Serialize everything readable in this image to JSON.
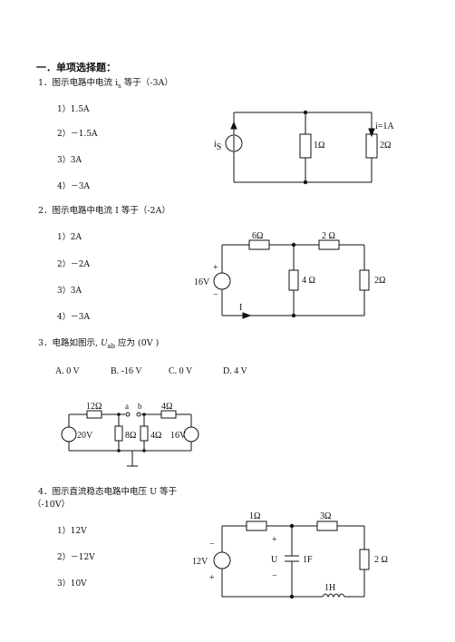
{
  "section_title": "一．单项选择题：",
  "questions": [
    {
      "stem": "1．图示电路中电流 i",
      "stem_sub": "s",
      "stem_tail": " 等于（-3A）",
      "options": [
        "1）1.5A",
        "2）－1.5A",
        "3）3A",
        "4）－3A"
      ],
      "labels": {
        "source": "i",
        "source_sub": "S",
        "r1": "1Ω",
        "r2": "2Ω",
        "current": "i=1A"
      }
    },
    {
      "stem": "2．图示电路中电流 I 等于（-2A）",
      "options": [
        "1）2A",
        "2）－2A",
        "3）3A",
        "4）－3A"
      ],
      "labels": {
        "r_top_left": "6Ω",
        "r_top_right": "2 Ω",
        "r_mid": "4 Ω",
        "r_right": "2Ω",
        "source": "16V",
        "plus": "+",
        "minus": "−",
        "current": "I"
      }
    },
    {
      "stem": "3．电路如图示, ",
      "stem_var": "U",
      "stem_sub": "ab",
      "stem_tail": " 应为  (0V    )",
      "choices": [
        "A. 0 V",
        "B. -16 V",
        "C. 0 V",
        "D. 4 V"
      ],
      "labels": {
        "r_top_left": "12Ω",
        "node_a": "a",
        "node_b": "b",
        "r_top_right": "4Ω",
        "source_left": "20V",
        "r_mid_left": "8Ω",
        "r_mid_right": "4Ω",
        "source_right": "16V"
      }
    },
    {
      "stem_line1": "4．图示直流稳态电路中电压 U 等于",
      "stem_line2": "（-10V）",
      "options": [
        "1）12V",
        "2）－12V",
        "3）10V"
      ],
      "labels": {
        "r_top_left": "1Ω",
        "r_top_right": "3Ω",
        "source": "12V",
        "minus": "−",
        "plus": "+",
        "u": "U",
        "u_plus": "+",
        "u_minus": "−",
        "cap": "1F",
        "r_right": "2 Ω",
        "inductor": "1H"
      }
    }
  ]
}
